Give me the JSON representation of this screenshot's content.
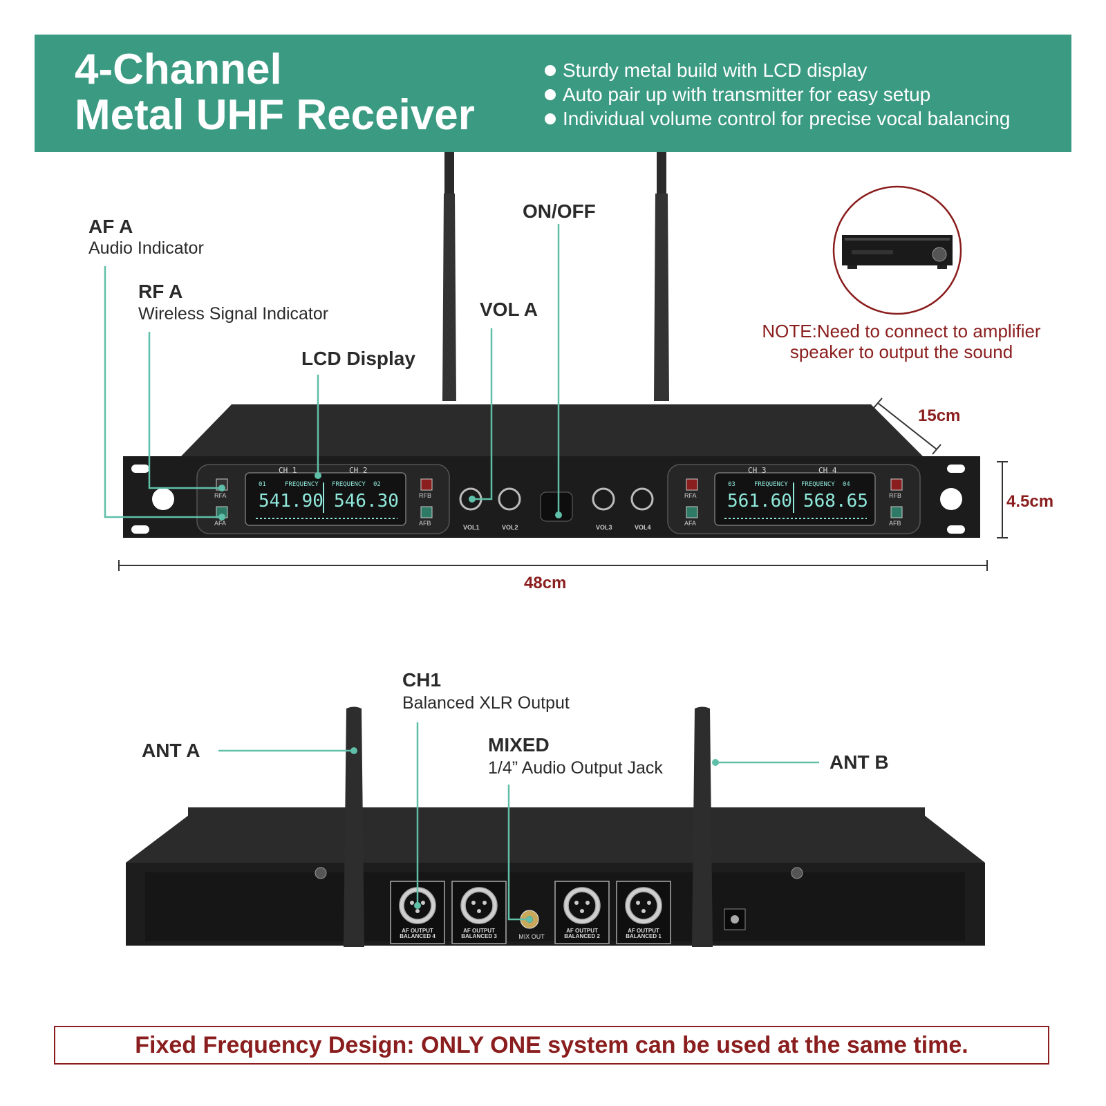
{
  "banner": {
    "title_line1": "4-Channel",
    "title_line2": "Metal UHF Receiver",
    "bullets": [
      "Sturdy metal build with LCD display",
      "Auto pair up with transmitter for easy setup",
      "Individual volume control for precise vocal balancing"
    ]
  },
  "front": {
    "af_a_title": "AF A",
    "af_a_sub": "Audio Indicator",
    "rf_a_title": "RF A",
    "rf_a_sub": "Wireless Signal Indicator",
    "lcd_label": "LCD Display",
    "vol_a_label": "VOL A",
    "onoff_label": "ON/OFF",
    "note_line1": "NOTE:Need to connect to amplifier",
    "note_line2": "speaker to output the sound",
    "depth": "15cm",
    "height": "4.5cm",
    "width": "48cm",
    "panel": {
      "ch1": "CH 1",
      "ch2": "CH 2",
      "ch3": "CH 3",
      "ch4": "CH 4",
      "freq_label": "FREQUENCY",
      "ch_num_1": "01",
      "ch_num_2": "02",
      "ch_num_3": "03",
      "ch_num_4": "04",
      "freq1": "541.90",
      "freq2": "546.30",
      "freq3": "561.60",
      "freq4": "568.65",
      "rfa": "RFA",
      "afa": "AFA",
      "rfb": "RFB",
      "afb": "AFB",
      "vol1": "VOL1",
      "vol2": "VOL2",
      "vol3": "VOL3",
      "vol4": "VOL4"
    }
  },
  "rear": {
    "ch1_title": "CH1",
    "ch1_sub": "Balanced XLR Output",
    "mixed_title": "MIXED",
    "mixed_sub": "1/4” Audio Output Jack",
    "ant_a": "ANT A",
    "ant_b": "ANT B",
    "ports": {
      "out4": "AF OUTPUT BALANCED 4",
      "out3": "AF OUTPUT BALANCED 3",
      "mix": "MIX OUT",
      "out2": "AF OUTPUT BALANCED 2",
      "out1": "AF OUTPUT BALANCED 1"
    }
  },
  "footer": "Fixed Frequency Design: ONLY ONE system can be used at the same time.",
  "colors": {
    "banner": "#3b9a82",
    "callout_line": "#5fbfa8",
    "note_red": "#8a1d1d",
    "lcd_text": "#8fe8da"
  },
  "icons": [
    "amplifier-icon",
    "xlr-connector-icon",
    "audio-jack-icon",
    "antenna-icon",
    "power-switch-icon",
    "volume-knob-icon"
  ]
}
